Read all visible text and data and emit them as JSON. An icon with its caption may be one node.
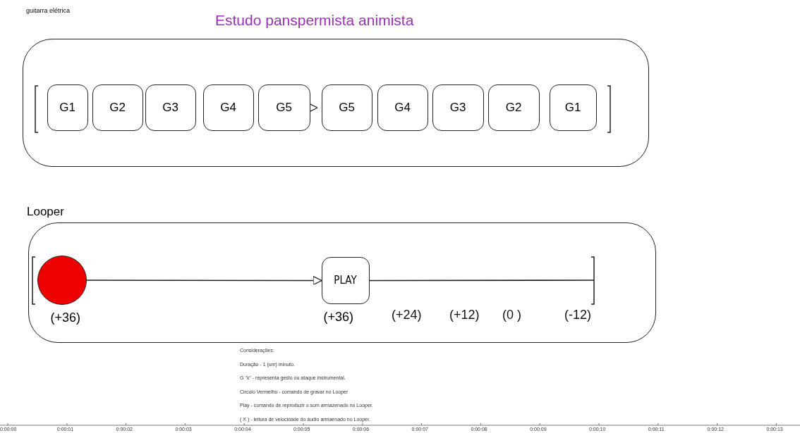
{
  "diagram": {
    "title": "Estudo panspermista animista",
    "nodes": [
      {
        "text": [
          "guitarra elétrica"
        ]
      },
      {
        "text": [
          "G1"
        ],
        "in": 0
      },
      {
        "text": [
          "G2"
        ],
        "in": 0
      },
      {
        "text": [
          "G3"
        ],
        "in": 0
      },
      {
        "text": [
          "G4"
        ],
        "in": 0
      },
      {
        "text": [
          "G5"
        ],
        "in": 0
      },
      {
        "text": [
          "G5"
        ],
        "in": 0
      },
      {
        "text": [
          "G4"
        ],
        "in": 0
      },
      {
        "text": [
          "G3"
        ],
        "in": 0
      },
      {
        "text": [
          "G2"
        ],
        "in": 0
      },
      {
        "text": [
          "G1"
        ],
        "in": 0
      },
      {
        "text": [
          "Looper"
        ]
      },
      {
        "text": [],
        "shape": "circle",
        "in": 11,
        "beside": [
          "(+36)"
        ]
      },
      {
        "text": [
          "PLAY"
        ],
        "in": 11,
        "beside": [
          "(+36)"
        ]
      }
    ],
    "edges": [
      {
        "from": 5,
        "to": 6,
        "arrow": "to"
      },
      {
        "from": 12,
        "to": 13,
        "arrow": "to"
      },
      {
        "from": 13,
        "to": null,
        "arrow": "none"
      }
    ],
    "labels": [
      "(+24)",
      "(+12)",
      "(0 )",
      "(-12)",
      "Considerações:",
      "Duração - 1 (um) minuto.",
      "G \"x\" - representa gesto ou ataque instrumental.",
      "Circulo Vermelho - comando de gravar no Looper",
      "Play - comando de reproduzir o som armazenado no Looper.",
      "( X ) - leitura de velocidade do áudio armaenado no Looper.",
      "0:00:00",
      "0:00:01",
      "0:00:02",
      "0:00:03",
      "0:00:04",
      "0:00:05",
      "0:00:06",
      "0:00:07",
      "0:00:08",
      "0:00:09",
      "0:00:10",
      "0:00:11",
      "0:00:12",
      "0:00:13"
    ]
  }
}
